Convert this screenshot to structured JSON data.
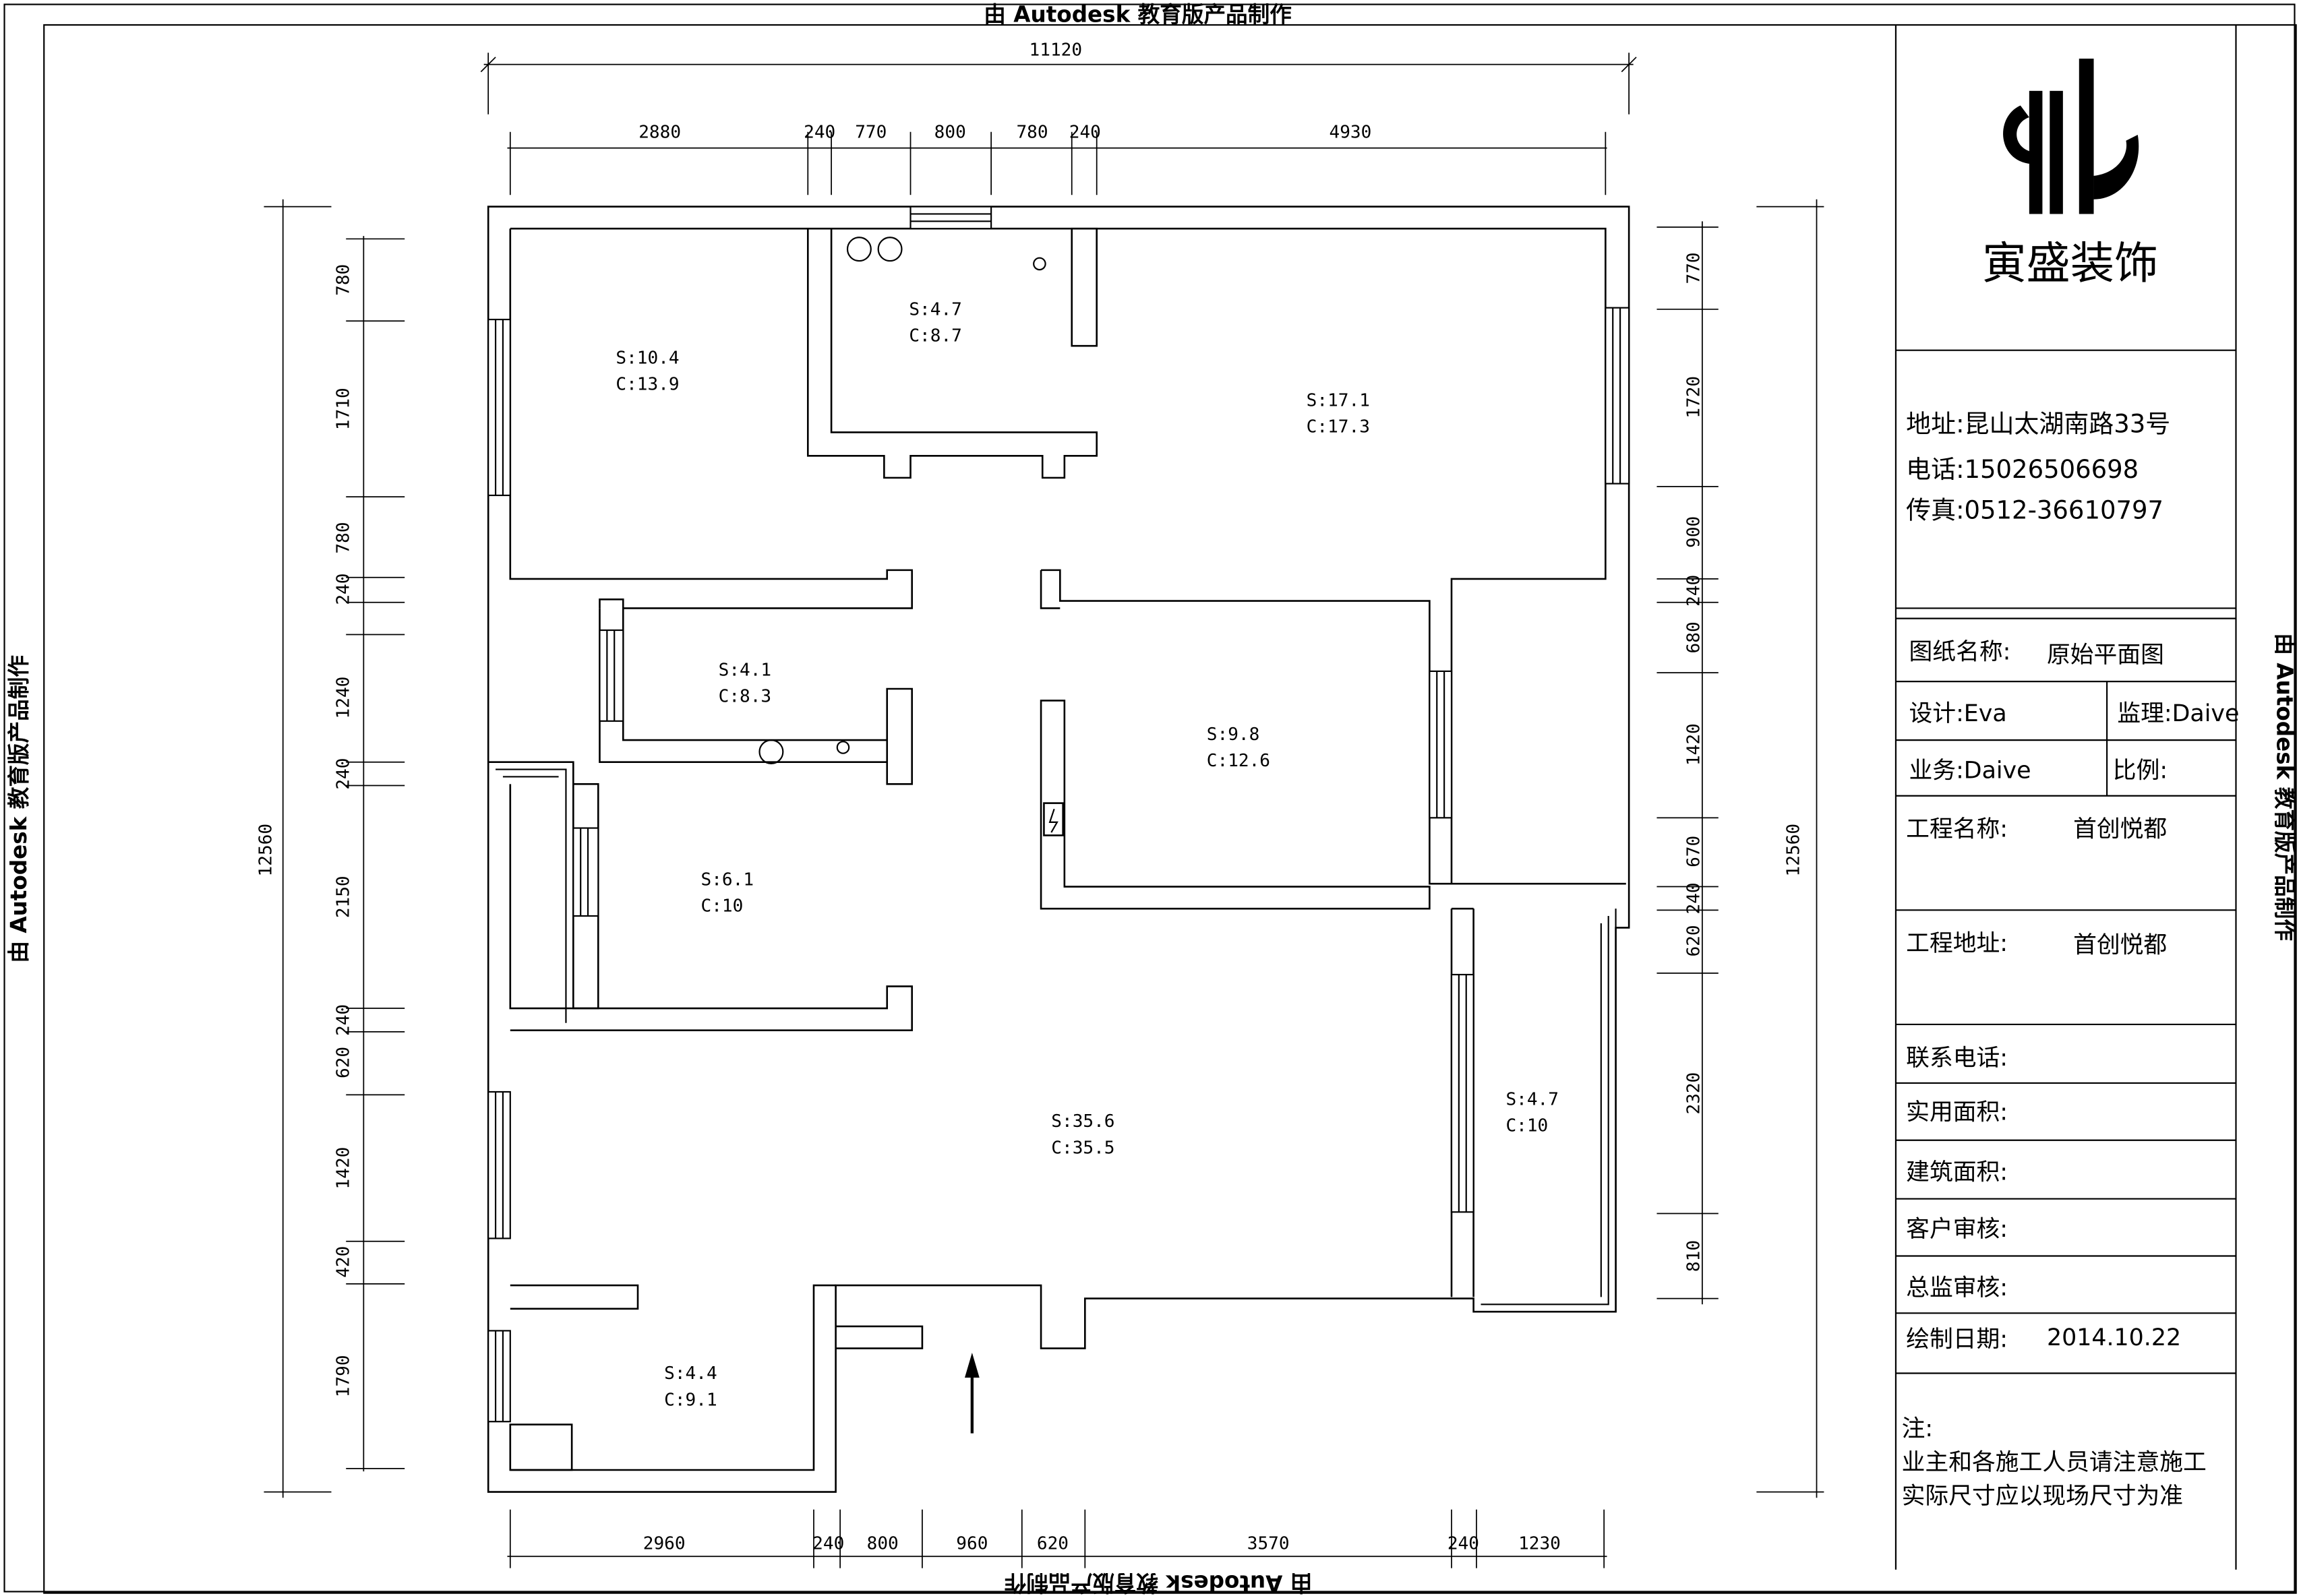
{
  "watermark": "由 Autodesk 教育版产品制作",
  "dims_top": {
    "total": "11120",
    "segments": [
      "2880",
      "240",
      "770",
      "800",
      "780",
      "240",
      "4930"
    ]
  },
  "dims_bottom": {
    "segments": [
      "2960",
      "240",
      "800",
      "960",
      "620",
      "3570",
      "240",
      "1230"
    ]
  },
  "dims_left": {
    "total": "12560",
    "segments": [
      "780",
      "1710",
      "780",
      "240",
      "1240",
      "240",
      "2150",
      "240",
      "620",
      "1420",
      "420",
      "1790"
    ]
  },
  "dims_right": {
    "total": "12560",
    "segments": [
      "770",
      "1720",
      "900",
      "240",
      "680",
      "1420",
      "670",
      "240",
      "620",
      "2320",
      "810"
    ]
  },
  "rooms": [
    {
      "s": "S:10.4",
      "c": "C:13.9"
    },
    {
      "s": "S:4.7",
      "c": "C:8.7"
    },
    {
      "s": "S:17.1",
      "c": "C:17.3"
    },
    {
      "s": "S:4.1",
      "c": "C:8.3"
    },
    {
      "s": "S:9.8",
      "c": "C:12.6"
    },
    {
      "s": "S:6.1",
      "c": "C:10"
    },
    {
      "s": "S:35.6",
      "c": "C:35.5"
    },
    {
      "s": "S:4.7",
      "c": "C:10"
    },
    {
      "s": "S:4.4",
      "c": "C:9.1"
    }
  ],
  "company": {
    "name": "寅盛装饰",
    "address": "地址:昆山太湖南路33号",
    "phone": "电话:15026506698",
    "fax": "传真:0512-36610797"
  },
  "title_block": {
    "drawing_name_label": "图纸名称:",
    "drawing_name": "原始平面图",
    "designer": "设计:Eva",
    "supervisor": "监理:Daive",
    "sales": "业务:Daive",
    "scale": "比例:",
    "project_name_label": "工程名称:",
    "project_name": "首创悦都",
    "project_address_label": "工程地址:",
    "project_address": "首创悦都",
    "contact_phone": "联系电话:",
    "usable_area": "实用面积:",
    "building_area": "建筑面积:",
    "client_review": "客户审核:",
    "chief_review": "总监审核:",
    "date_label": "绘制日期:",
    "date": "2014.10.22",
    "note_label": "注:",
    "note_line1": "业主和各施工人员请注意施工",
    "note_line2": "实际尺寸应以现场尺寸为准"
  }
}
